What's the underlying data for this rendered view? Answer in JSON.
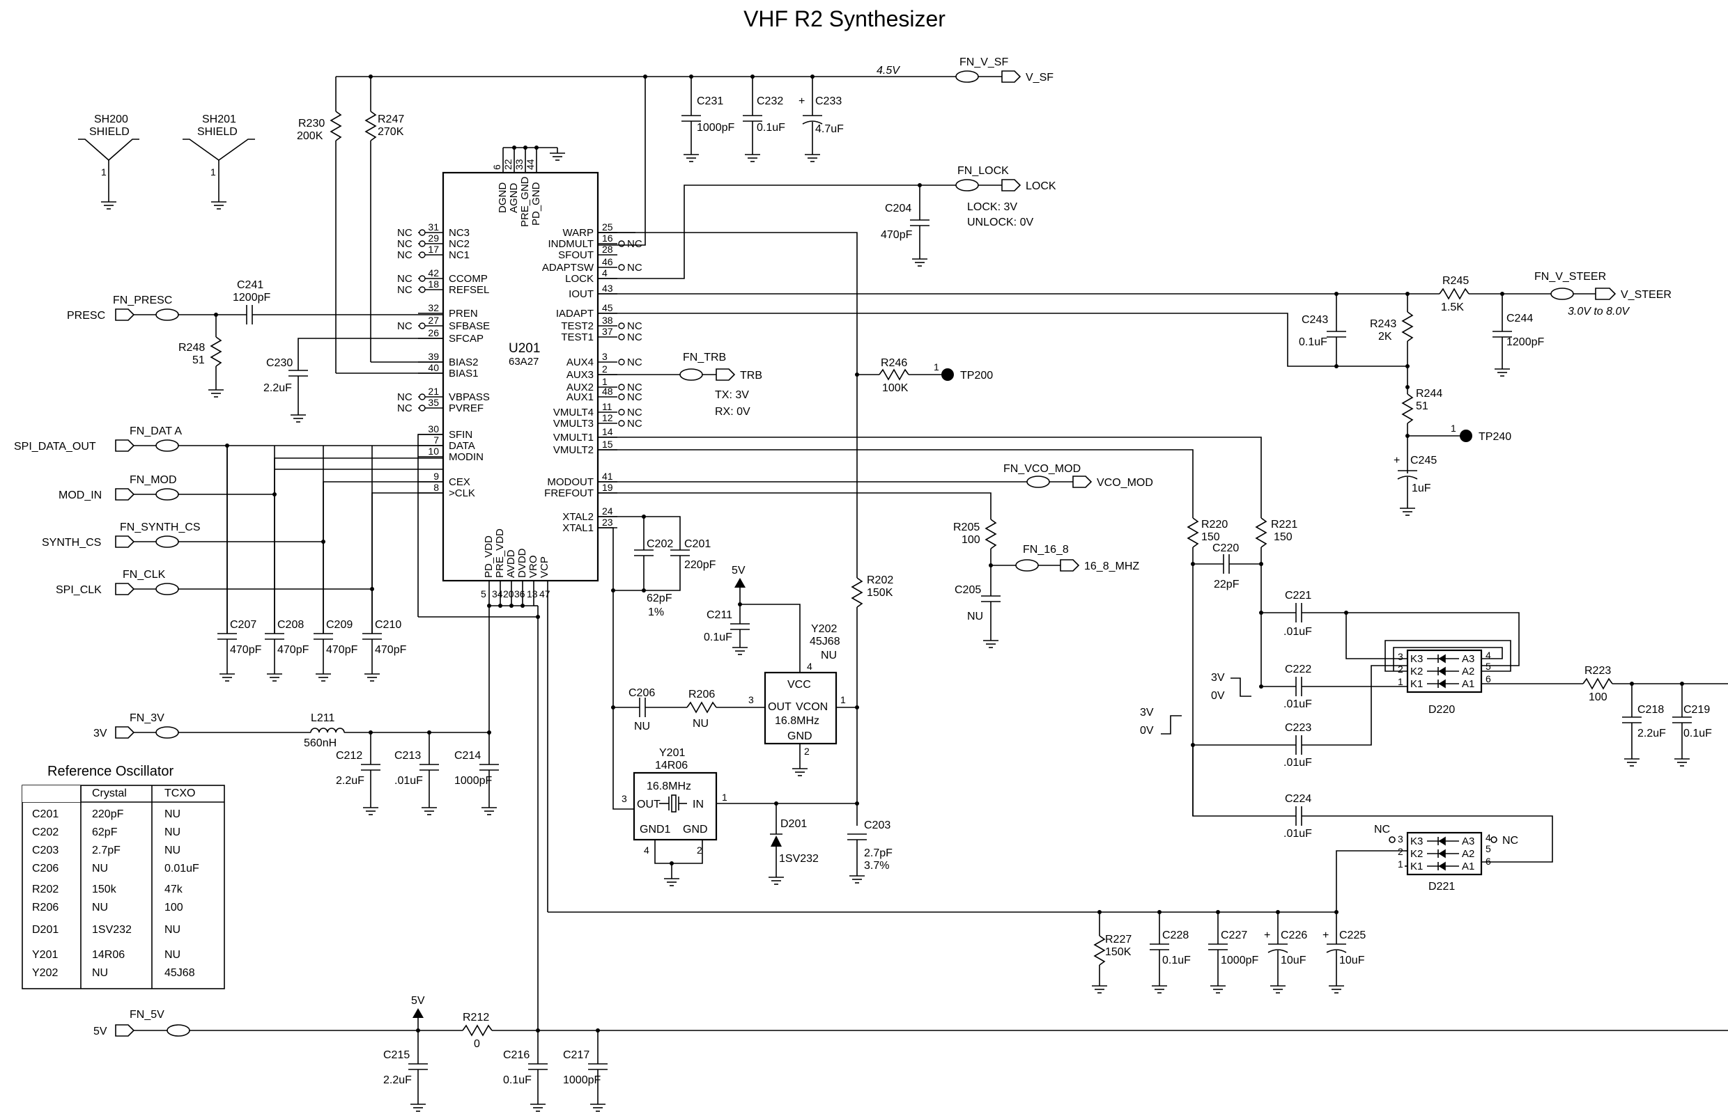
{
  "title": "VHF R2 Synthesizer",
  "shields": [
    {
      "ref": "SH200",
      "name": "SHIELD",
      "pin": "1"
    },
    {
      "ref": "SH201",
      "name": "SHIELD",
      "pin": "1"
    }
  ],
  "ic": {
    "ref": "U201",
    "part": "63A27",
    "top_pins": [
      "6",
      "22",
      "33",
      "44"
    ],
    "top_names": [
      "DGND",
      "AGND",
      "PRE_GND",
      "PD_GND"
    ],
    "left_pins": [
      {
        "num": "31",
        "name": "NC3",
        "nc": "NC"
      },
      {
        "num": "29",
        "name": "NC2",
        "nc": "NC"
      },
      {
        "num": "17",
        "name": "NC1",
        "nc": "NC"
      },
      {
        "num": "42",
        "name": "CCOMP",
        "nc": "NC"
      },
      {
        "num": "18",
        "name": "REFSEL",
        "nc": "NC"
      },
      {
        "num": "32",
        "name": "PREN",
        "nc": ""
      },
      {
        "num": "27",
        "name": "SFBASE",
        "nc": "NC"
      },
      {
        "num": "26",
        "name": "SFCAP",
        "nc": ""
      },
      {
        "num": "39",
        "name": "BIAS2",
        "nc": ""
      },
      {
        "num": "40",
        "name": "BIAS1",
        "nc": ""
      },
      {
        "num": "21",
        "name": "VBPASS",
        "nc": "NC"
      },
      {
        "num": "35",
        "name": "PVREF",
        "nc": "NC"
      },
      {
        "num": "30",
        "name": "SFIN",
        "nc": ""
      },
      {
        "num": "7",
        "name": "DATA",
        "nc": ""
      },
      {
        "num": "10",
        "name": "MODIN",
        "nc": ""
      },
      {
        "num": "9",
        "name": "CEX",
        "nc": ""
      },
      {
        "num": "8",
        "name": ">CLK",
        "nc": ""
      }
    ],
    "right_pins": [
      {
        "num": "25",
        "name": "WARP",
        "nc": ""
      },
      {
        "num": "16",
        "name": "INDMULT",
        "nc": "NC"
      },
      {
        "num": "28",
        "name": "SFOUT",
        "nc": ""
      },
      {
        "num": "46",
        "name": "ADAPTSW",
        "nc": "NC"
      },
      {
        "num": "4",
        "name": "LOCK",
        "nc": ""
      },
      {
        "num": "43",
        "name": "IOUT",
        "nc": ""
      },
      {
        "num": "45",
        "name": "IADAPT",
        "nc": ""
      },
      {
        "num": "38",
        "name": "TEST2",
        "nc": "NC"
      },
      {
        "num": "37",
        "name": "TEST1",
        "nc": "NC"
      },
      {
        "num": "3",
        "name": "AUX4",
        "nc": "NC"
      },
      {
        "num": "2",
        "name": "AUX3",
        "nc": ""
      },
      {
        "num": "1",
        "name": "AUX2",
        "nc": "NC"
      },
      {
        "num": "48",
        "name": "AUX1",
        "nc": "NC"
      },
      {
        "num": "11",
        "name": "VMULT4",
        "nc": "NC"
      },
      {
        "num": "12",
        "name": "VMULT3",
        "nc": "NC"
      },
      {
        "num": "14",
        "name": "VMULT1",
        "nc": ""
      },
      {
        "num": "15",
        "name": "VMULT2",
        "nc": ""
      },
      {
        "num": "41",
        "name": "MODOUT",
        "nc": ""
      },
      {
        "num": "19",
        "name": "FREFOUT",
        "nc": ""
      },
      {
        "num": "24",
        "name": "XTAL2",
        "nc": ""
      },
      {
        "num": "23",
        "name": "XTAL1",
        "nc": ""
      }
    ],
    "bottom_names": [
      "PD_VDD",
      "PRE_VDD",
      "AVDD",
      "DVDD",
      "VRO",
      "VCP"
    ],
    "bottom_pins": [
      "5",
      "34",
      "20",
      "36",
      "13",
      "47"
    ]
  },
  "nets": {
    "v45": "4.5V",
    "fn_v_sf": "FN_V_SF",
    "v_sf": "V_SF",
    "fn_lock": "FN_LOCK",
    "lock": "LOCK",
    "lock_note1": "LOCK: 3V",
    "lock_note2": "UNLOCK: 0V",
    "fn_v_steer": "FN_V_STEER",
    "v_steer": "V_STEER",
    "steer_range": "3.0V to 8.0V",
    "fn_presc": "FN_PRESC",
    "presc": "PRESC",
    "fn_trb": "FN_TRB",
    "trb": "TRB",
    "trb_note1": "TX: 3V",
    "trb_note2": "RX: 0V",
    "tp200": "TP200",
    "tp240": "TP240",
    "tp_pin": "1",
    "fn_data": "FN_DAT A",
    "spi_data_out": "SPI_DATA_OUT",
    "fn_mod": "FN_MOD",
    "mod_in": "MOD_IN",
    "fn_synth_cs": "FN_SYNTH_CS",
    "synth_cs": "SYNTH_CS",
    "fn_clk": "FN_CLK",
    "spi_clk": "SPI_CLK",
    "fn_vco_mod": "FN_VCO_MOD",
    "vco_mod": "VCO_MOD",
    "fn_16_8": "FN_16_8",
    "mhz": "16_8_MHZ",
    "fn_3v": "FN_3V",
    "v3": "3V",
    "fn_5v": "FN_5V",
    "v5": "5V",
    "nc": "NC",
    "v3_step": "3V",
    "v0_step": "0V"
  },
  "parts": {
    "r230": {
      "ref": "R230",
      "val": "200K"
    },
    "r247": {
      "ref": "R247",
      "val": "270K"
    },
    "c231": {
      "ref": "C231",
      "val": "1000pF"
    },
    "c232": {
      "ref": "C232",
      "val": "0.1uF"
    },
    "c233": {
      "ref": "C233",
      "val": "4.7uF"
    },
    "c204": {
      "ref": "C204",
      "val": "470pF"
    },
    "c241": {
      "ref": "C241",
      "val": "1200pF"
    },
    "r248": {
      "ref": "R248",
      "val": "51"
    },
    "c230": {
      "ref": "C230",
      "val": "2.2uF"
    },
    "r245": {
      "ref": "R245",
      "val": "1.5K"
    },
    "c243": {
      "ref": "C243",
      "val": "0.1uF"
    },
    "r243": {
      "ref": "R243",
      "val": "2K"
    },
    "c244": {
      "ref": "C244",
      "val": "1200pF"
    },
    "r244": {
      "ref": "R244",
      "val": "51"
    },
    "c245": {
      "ref": "C245",
      "val": "1uF"
    },
    "r246": {
      "ref": "R246",
      "val": "100K"
    },
    "r205": {
      "ref": "R205",
      "val": "100"
    },
    "c205": {
      "ref": "C205",
      "val": "NU"
    },
    "r220": {
      "ref": "R220",
      "val": "150"
    },
    "r221": {
      "ref": "R221",
      "val": "150"
    },
    "c220": {
      "ref": "C220",
      "val": "22pF"
    },
    "c202": {
      "ref": "C202",
      "val": "62pF",
      "tol": "1%"
    },
    "c201": {
      "ref": "C201",
      "val": "220pF"
    },
    "c211": {
      "ref": "C211",
      "val": "0.1uF"
    },
    "r202": {
      "ref": "R202",
      "val": "150K"
    },
    "y202": {
      "ref": "Y202",
      "val": "45J68",
      "nu": "NU",
      "vcc": "VCC",
      "out": "OUT",
      "vcon": "VCON",
      "freq": "16.8MHz",
      "gnd": "GND",
      "p4": "4",
      "p1": "1",
      "p3": "3",
      "p2": "2"
    },
    "c206": {
      "ref": "C206",
      "val": "NU"
    },
    "r206": {
      "ref": "R206",
      "val": "NU"
    },
    "y201": {
      "ref": "Y201",
      "val": "14R06",
      "freq": "16.8MHz",
      "out": "OUT",
      "in": "IN",
      "gnd1": "GND1",
      "gnd": "GND",
      "p3": "3",
      "p1": "1",
      "p4": "4",
      "p2": "2"
    },
    "d201": {
      "ref": "D201",
      "val": "1SV232"
    },
    "c203": {
      "ref": "C203",
      "val": "2.7pF",
      "tol": "3.7%"
    },
    "c207": {
      "ref": "C207",
      "val": "470pF"
    },
    "c208": {
      "ref": "C208",
      "val": "470pF"
    },
    "c209": {
      "ref": "C209",
      "val": "470pF"
    },
    "c210": {
      "ref": "C210",
      "val": "470pF"
    },
    "l211": {
      "ref": "L211",
      "val": "560nH"
    },
    "c212": {
      "ref": "C212",
      "val": "2.2uF"
    },
    "c213": {
      "ref": "C213",
      "val": ".01uF"
    },
    "c214": {
      "ref": "C214",
      "val": "1000pF"
    },
    "c221": {
      "ref": "C221",
      "val": ".01uF"
    },
    "c222": {
      "ref": "C222",
      "val": ".01uF"
    },
    "c223": {
      "ref": "C223",
      "val": ".01uF"
    },
    "c224": {
      "ref": "C224",
      "val": ".01uF"
    },
    "d220": {
      "ref": "D220",
      "k3": "K3",
      "k2": "K2",
      "k1": "K1",
      "a3": "A3",
      "a2": "A2",
      "a1": "A1",
      "p3": "3",
      "p2": "2",
      "p1": "1",
      "p4": "4",
      "p5": "5",
      "p6": "6"
    },
    "d221": {
      "ref": "D221",
      "k3": "K3",
      "k2": "K2",
      "k1": "K1",
      "a3": "A3",
      "a2": "A2",
      "a1": "A1",
      "p3": "3",
      "p2": "2",
      "p1": "1",
      "p4": "4",
      "p5": "5",
      "p6": "6"
    },
    "r223": {
      "ref": "R223",
      "val": "100"
    },
    "c218": {
      "ref": "C218",
      "val": "2.2uF"
    },
    "c219": {
      "ref": "C219",
      "val": "0.1uF"
    },
    "r227": {
      "ref": "R227",
      "val": "150K"
    },
    "c228": {
      "ref": "C228",
      "val": "0.1uF"
    },
    "c227": {
      "ref": "C227",
      "val": "1000pF"
    },
    "c226": {
      "ref": "C226",
      "val": "10uF"
    },
    "c225": {
      "ref": "C225",
      "val": "10uF"
    },
    "r212": {
      "ref": "R212",
      "val": "0"
    },
    "c215": {
      "ref": "C215",
      "val": "2.2uF"
    },
    "c216": {
      "ref": "C216",
      "val": "0.1uF"
    },
    "c217": {
      "ref": "C217",
      "val": "1000pF"
    },
    "plus": "+"
  },
  "ref_table": {
    "title": "Reference Oscillator",
    "headers": [
      "",
      "Crystal",
      "TCXO"
    ],
    "rows": [
      [
        "C201",
        "220pF",
        "NU"
      ],
      [
        "C202",
        "62pF",
        "NU"
      ],
      [
        "C203",
        "2.7pF",
        "NU"
      ],
      [
        "C206",
        "NU",
        "0.01uF"
      ],
      [
        "R202",
        "150k",
        "47k"
      ],
      [
        "R206",
        "NU",
        "100"
      ],
      [
        "D201",
        "1SV232",
        "NU"
      ],
      [
        "Y201",
        "14R06",
        "NU"
      ],
      [
        "Y202",
        "NU",
        "45J68"
      ]
    ]
  }
}
